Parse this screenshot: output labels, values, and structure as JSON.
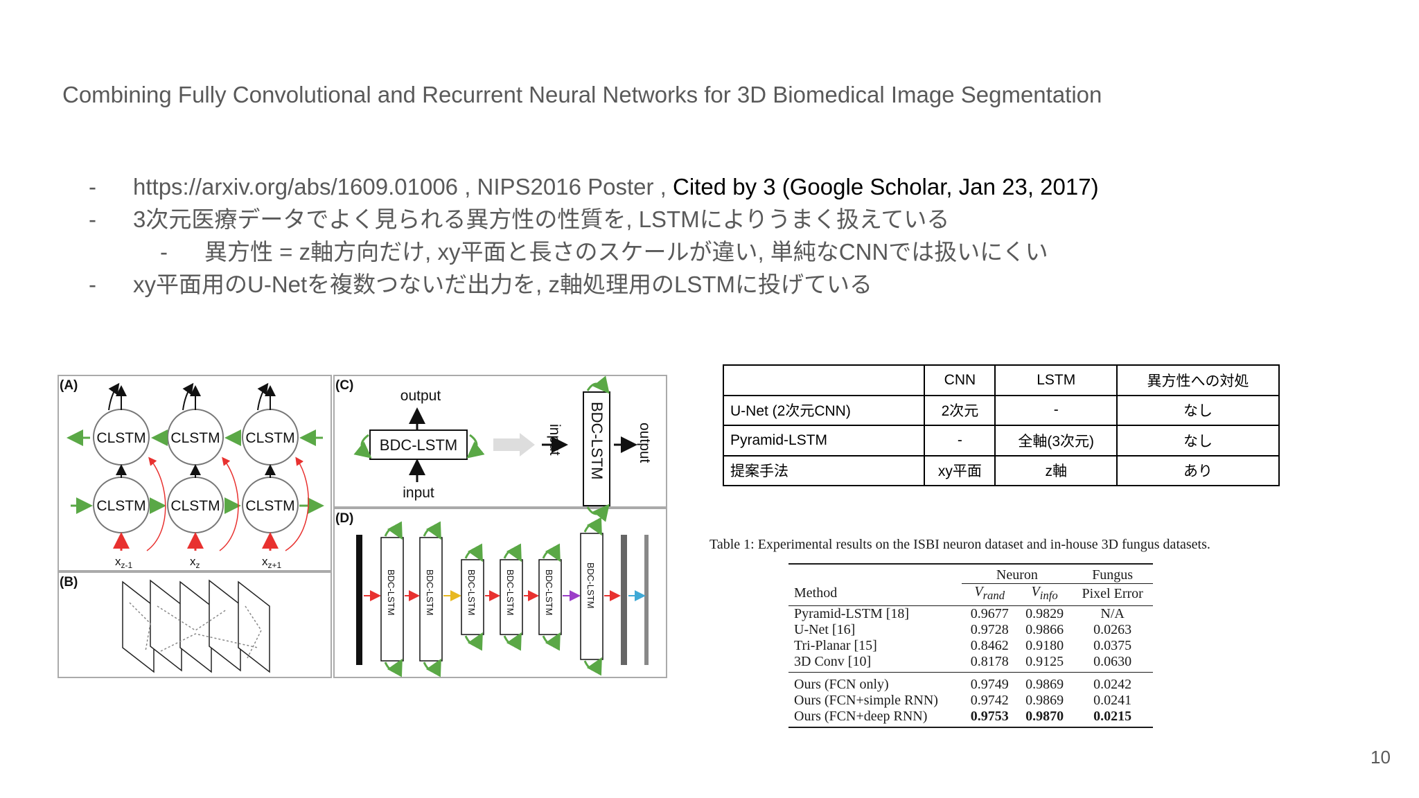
{
  "title": "Combining Fully Convolutional and Recurrent Neural Networks for 3D Biomedical Image Segmentation",
  "bullets": [
    {
      "dash": "-",
      "text": "https://arxiv.org/abs/1609.01006 , NIPS2016 Poster , ",
      "highlight": "Cited by 3 (Google Scholar, Jan 23, 2017)"
    },
    {
      "dash": "-",
      "text": "3次元医療データでよく見られる異方性の性質を, LSTMによりうまく扱えている"
    },
    {
      "dash": "-",
      "text": "異方性 = z軸方向だけ, xy平面と長さのスケールが違い, 単純なCNNでは扱いにくい"
    },
    {
      "dash": "-",
      "text": "xy平面用のU-Netを複数つないだ出力を, z軸処理用のLSTMに投げている"
    }
  ],
  "figure": {
    "panel_a": "(A)",
    "panel_b": "(B)",
    "panel_c": "(C)",
    "panel_d": "(D)",
    "clstm": "CLSTM",
    "xz_minus": "x",
    "xz_minus_sub": "z-1",
    "xz": "x",
    "xz_sub": "z",
    "xz_plus": "x",
    "xz_plus_sub": "z+1",
    "output": "output",
    "input": "input",
    "bdc_lstm": "BDC-LSTM"
  },
  "summary_table": {
    "headers": [
      "",
      "CNN",
      "LSTM",
      "異方性への対処"
    ],
    "rows": [
      [
        "U-Net (2次元CNN)",
        "2次元",
        "-",
        "なし"
      ],
      [
        "Pyramid-LSTM",
        "-",
        "全軸(3次元)",
        "なし"
      ],
      [
        "提案手法",
        "xy平面",
        "z軸",
        "あり"
      ]
    ]
  },
  "results": {
    "caption": "Table 1: Experimental results on the ISBI neuron dataset and in-house 3D fungus datasets.",
    "group_neuron": "Neuron",
    "group_fungus": "Fungus",
    "col_method": "Method",
    "col_vrand_main": "V",
    "col_vrand_sub": "rand",
    "col_vinfo_main": "V",
    "col_vinfo_sub": "info",
    "col_pixel": "Pixel Error",
    "rows_a": [
      [
        "Pyramid-LSTM [18]",
        "0.9677",
        "0.9829",
        "N/A"
      ],
      [
        "U-Net [16]",
        "0.9728",
        "0.9866",
        "0.0263"
      ],
      [
        "Tri-Planar [15]",
        "0.8462",
        "0.9180",
        "0.0375"
      ],
      [
        "3D Conv [10]",
        "0.8178",
        "0.9125",
        "0.0630"
      ]
    ],
    "rows_b": [
      [
        "Ours (FCN only)",
        "0.9749",
        "0.9869",
        "0.0242"
      ],
      [
        "Ours (FCN+simple RNN)",
        "0.9742",
        "0.9869",
        "0.0241"
      ],
      [
        "Ours (FCN+deep RNN)",
        "0.9753",
        "0.9870",
        "0.0215"
      ]
    ]
  },
  "page_number": "10",
  "colors": {
    "green": "#5aa846",
    "red": "#e8312f",
    "yellow": "#e8b820",
    "purple": "#9b3ec8",
    "cyan": "#3fa9d6",
    "grey": "#595959"
  }
}
